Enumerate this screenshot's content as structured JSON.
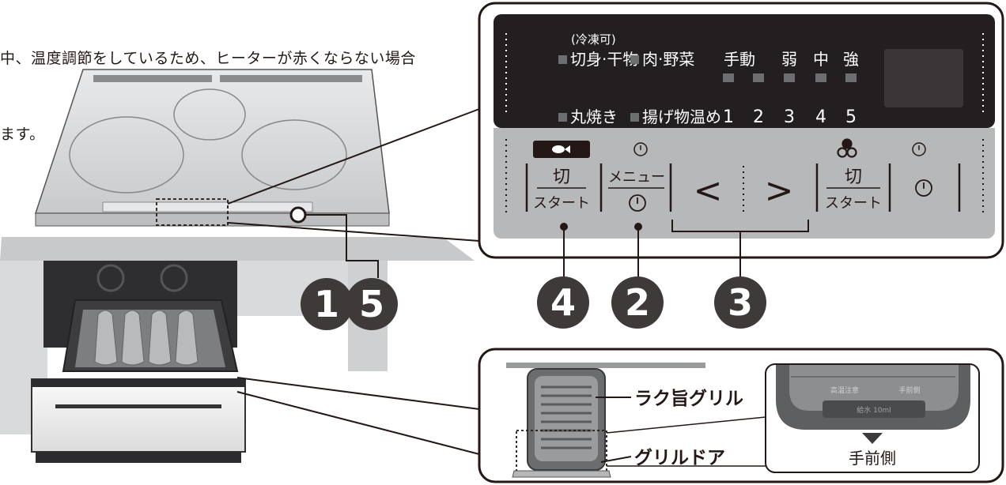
{
  "intro_lines": [
    "中、温度調節をしているため、ヒーターが赤くならない場合",
    "ます。"
  ],
  "display": {
    "frozen_note": "(冷凍可)",
    "menu_row1": [
      "切身·干物",
      "肉·野菜"
    ],
    "menu_row2": [
      "丸焼き",
      "揚げ物温め"
    ],
    "manual_label": "手動",
    "level_labels": [
      "弱",
      "中",
      "強"
    ],
    "level_numbers": [
      "1",
      "2",
      "3",
      "4",
      "5"
    ]
  },
  "buttons": {
    "grill_off": "切",
    "grill_start": "スタート",
    "menu": "メニュー",
    "left": "<",
    "right": ">",
    "right_off": "切",
    "right_start": "スタート"
  },
  "markers": {
    "m1": "1",
    "m5": "5",
    "m4": "4",
    "m2": "2",
    "m3": "3"
  },
  "grill_callouts": {
    "tray": "ラク旨グリル",
    "door": "グリルドア",
    "front_side": "手前側",
    "zoom_caution": "高温注意",
    "zoom_front": "手前側",
    "zoom_water": "給水 10ml"
  },
  "colors": {
    "panel_dark": "#231f20",
    "panel_gray": "#b7b8ba",
    "frame": "#231815",
    "marker": "#3d3a39"
  }
}
